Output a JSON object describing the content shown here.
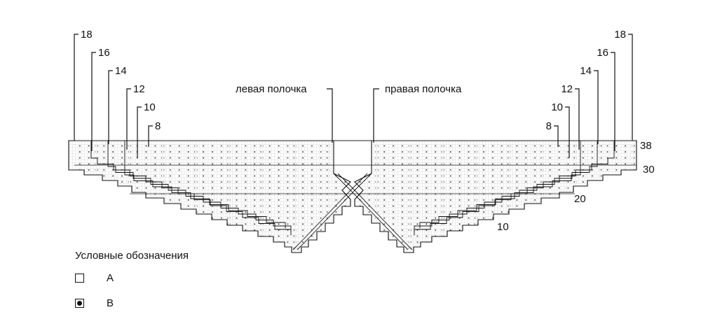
{
  "labels": {
    "left_front": "левая полочка",
    "right_front": "правая полочка"
  },
  "size_marks_left": [
    "18",
    "16",
    "14",
    "12",
    "10",
    "8"
  ],
  "size_marks_right": [
    "18",
    "16",
    "14",
    "12",
    "10",
    "8"
  ],
  "row_numbers": {
    "r38": "38",
    "r30": "30",
    "r20": "20",
    "r10": "10"
  },
  "legend": {
    "title": "Условные обозначения",
    "items": [
      {
        "symbol": "empty-square",
        "label": "A"
      },
      {
        "symbol": "dot-square",
        "label": "B"
      }
    ]
  }
}
